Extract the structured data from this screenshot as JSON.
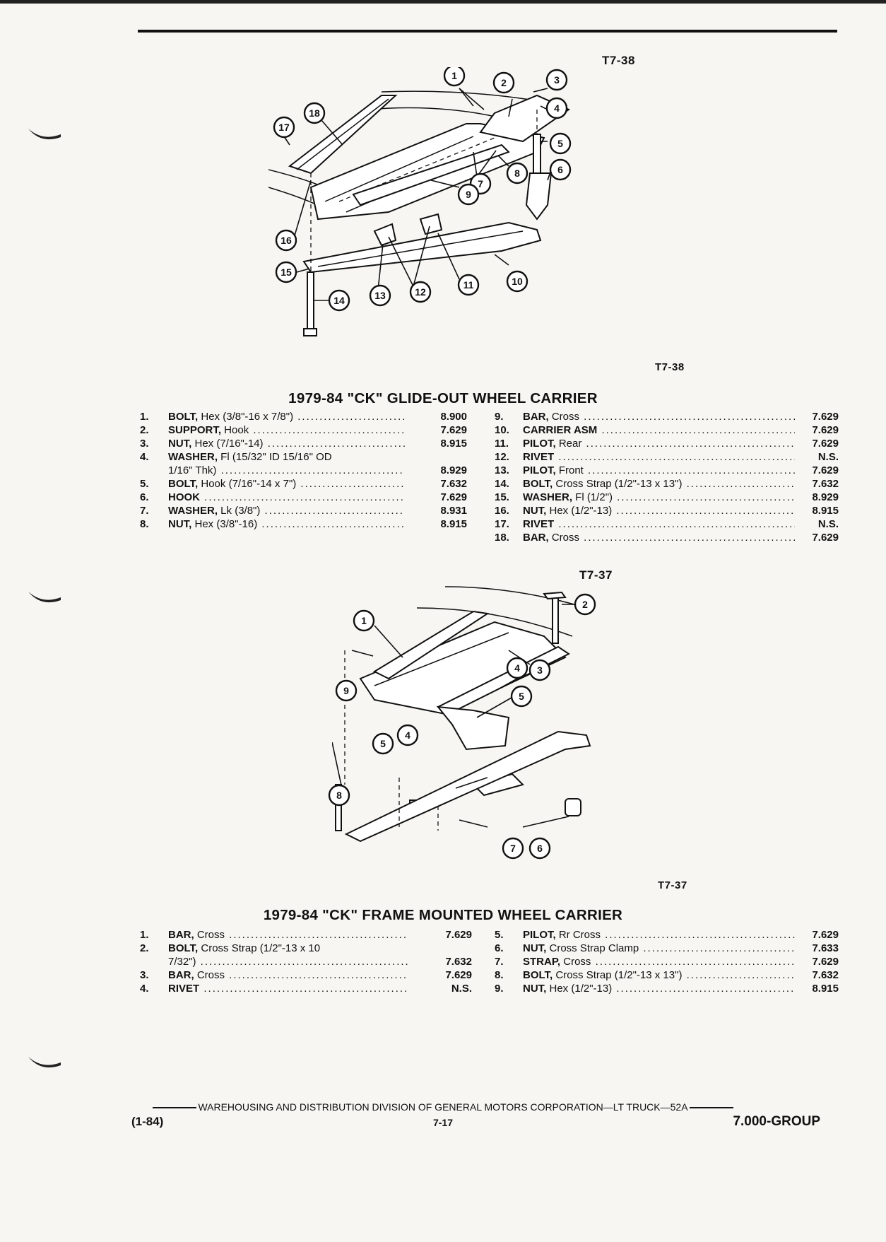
{
  "diagram1": {
    "ref_top": "T7-38",
    "ref_bottom": "T7-38",
    "callouts": [
      "1",
      "2",
      "3",
      "4",
      "5",
      "6",
      "7",
      "8",
      "9",
      "10",
      "11",
      "12",
      "13",
      "14",
      "15",
      "16",
      "17",
      "18"
    ]
  },
  "section1": {
    "title": "1979-84 \"CK\" GLIDE-OUT WHEEL CARRIER",
    "left": [
      {
        "num": "1.",
        "name": "BOLT,",
        "desc": " Hex (3/8\"-16 x 7/8\")",
        "code": "8.900"
      },
      {
        "num": "2.",
        "name": "SUPPORT,",
        "desc": " Hook",
        "code": "7.629"
      },
      {
        "num": "3.",
        "name": "NUT,",
        "desc": " Hex (7/16\"-14)",
        "code": "8.915"
      },
      {
        "num": "4.",
        "name": "WASHER,",
        "desc": " Fl (15/32\" ID 15/16\" OD",
        "code": ""
      },
      {
        "num": "",
        "name": "",
        "desc": "1/16\" Thk)",
        "code": "8.929"
      },
      {
        "num": "5.",
        "name": "BOLT,",
        "desc": " Hook (7/16\"-14 x 7\")",
        "code": "7.632"
      },
      {
        "num": "6.",
        "name": "HOOK",
        "desc": "",
        "code": "7.629"
      },
      {
        "num": "7.",
        "name": "WASHER,",
        "desc": " Lk (3/8\")",
        "code": "8.931"
      },
      {
        "num": "8.",
        "name": "NUT,",
        "desc": " Hex (3/8\"-16)",
        "code": "8.915"
      }
    ],
    "right": [
      {
        "num": "9.",
        "name": "BAR,",
        "desc": " Cross",
        "code": "7.629"
      },
      {
        "num": "10.",
        "name": "CARRIER ASM",
        "desc": "",
        "code": "7.629"
      },
      {
        "num": "11.",
        "name": "PILOT,",
        "desc": " Rear",
        "code": "7.629"
      },
      {
        "num": "12.",
        "name": "RIVET",
        "desc": "",
        "code": "N.S."
      },
      {
        "num": "13.",
        "name": "PILOT,",
        "desc": " Front",
        "code": "7.629"
      },
      {
        "num": "14.",
        "name": "BOLT,",
        "desc": " Cross Strap (1/2\"-13 x 13\")",
        "code": "7.632"
      },
      {
        "num": "15.",
        "name": "WASHER,",
        "desc": " Fl (1/2\")",
        "code": "8.929"
      },
      {
        "num": "16.",
        "name": "NUT,",
        "desc": " Hex (1/2\"-13)",
        "code": "8.915"
      },
      {
        "num": "17.",
        "name": "RIVET",
        "desc": "",
        "code": "N.S."
      },
      {
        "num": "18.",
        "name": "BAR,",
        "desc": " Cross",
        "code": "7.629"
      }
    ]
  },
  "diagram2": {
    "ref_top": "T7-37",
    "ref_bottom": "T7-37",
    "callouts": [
      "1",
      "2",
      "3",
      "4",
      "4",
      "5",
      "5",
      "6",
      "7",
      "8",
      "9"
    ]
  },
  "section2": {
    "title": "1979-84 \"CK\" FRAME MOUNTED WHEEL CARRIER",
    "left": [
      {
        "num": "1.",
        "name": "BAR,",
        "desc": " Cross",
        "code": "7.629"
      },
      {
        "num": "2.",
        "name": "BOLT,",
        "desc": " Cross Strap (1/2\"-13 x 10",
        "code": ""
      },
      {
        "num": "",
        "name": "",
        "desc": "7/32\")",
        "code": "7.632"
      },
      {
        "num": "3.",
        "name": "BAR,",
        "desc": " Cross",
        "code": "7.629"
      },
      {
        "num": "4.",
        "name": "RIVET",
        "desc": "",
        "code": "N.S."
      }
    ],
    "right": [
      {
        "num": "5.",
        "name": "PILOT,",
        "desc": " Rr Cross",
        "code": "7.629"
      },
      {
        "num": "6.",
        "name": "NUT,",
        "desc": " Cross Strap Clamp",
        "code": "7.633"
      },
      {
        "num": "7.",
        "name": "STRAP,",
        "desc": " Cross",
        "code": "7.629"
      },
      {
        "num": "8.",
        "name": "BOLT,",
        "desc": " Cross Strap (1/2\"-13 x 13\")",
        "code": "7.632"
      },
      {
        "num": "9.",
        "name": "NUT,",
        "desc": " Hex (1/2\"-13)",
        "code": "8.915"
      }
    ]
  },
  "footer": {
    "line": "WAREHOUSING AND DISTRIBUTION  DIVISION OF GENERAL MOTORS CORPORATION—LT TRUCK—52A",
    "left": "(1-84)",
    "center": "7-17",
    "right": "7.000-GROUP"
  }
}
